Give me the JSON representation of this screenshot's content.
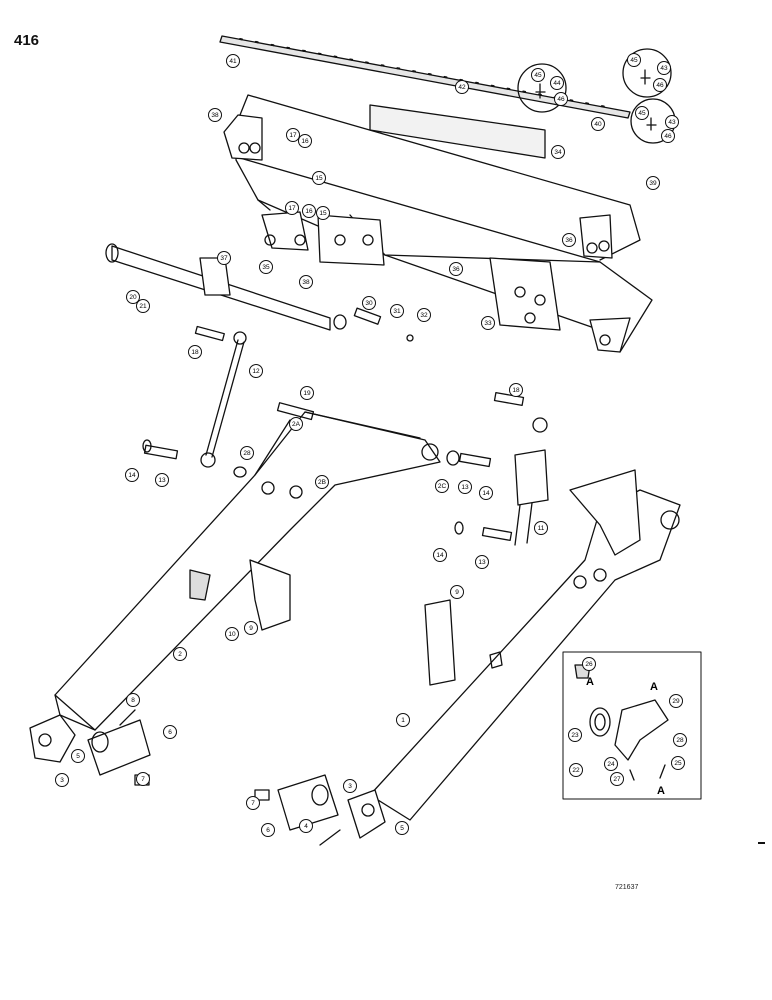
{
  "page_number": "416",
  "drawing_code": "721637",
  "detail_labels": [
    "A",
    "A",
    "A"
  ],
  "callouts": [
    "41",
    "42",
    "45",
    "44",
    "46",
    "45",
    "43",
    "46",
    "45",
    "43",
    "46",
    "40",
    "39",
    "38",
    "17",
    "16",
    "15",
    "34",
    "39",
    "17",
    "16",
    "15",
    "37",
    "36",
    "35",
    "38",
    "36",
    "33",
    "20",
    "21",
    "30",
    "31",
    "32",
    "18",
    "12",
    "19",
    "2A",
    "18",
    "14",
    "13",
    "28",
    "2B",
    "2C",
    "13",
    "14",
    "11",
    "14",
    "13",
    "9",
    "10",
    "9",
    "2",
    "1",
    "8",
    "6",
    "5",
    "3",
    "7",
    "7",
    "6",
    "4",
    "3",
    "5",
    "26",
    "29",
    "28",
    "23",
    "22",
    "24",
    "27",
    "25"
  ],
  "colors": {
    "ink": "#111111",
    "paper": "#ffffff",
    "shade": "#cfcfcf"
  }
}
